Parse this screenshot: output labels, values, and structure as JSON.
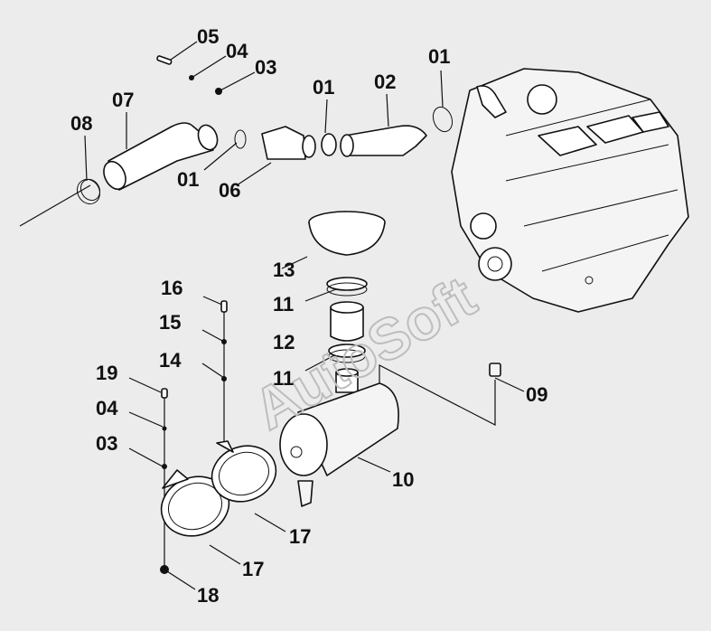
{
  "watermark": "AutoSoft",
  "labels": {
    "l05": "05",
    "l04a": "04",
    "l03a": "03",
    "l01a": "01",
    "l02": "02",
    "l01b": "01",
    "l07": "07",
    "l08": "08",
    "l01c": "01",
    "l06": "06",
    "l13": "13",
    "l11a": "11",
    "l12": "12",
    "l11b": "11",
    "l16": "16",
    "l15": "15",
    "l14": "14",
    "l19": "19",
    "l04b": "04",
    "l03b": "03",
    "l09": "09",
    "l10": "10",
    "l17a": "17",
    "l17b": "17",
    "l18": "18"
  }
}
